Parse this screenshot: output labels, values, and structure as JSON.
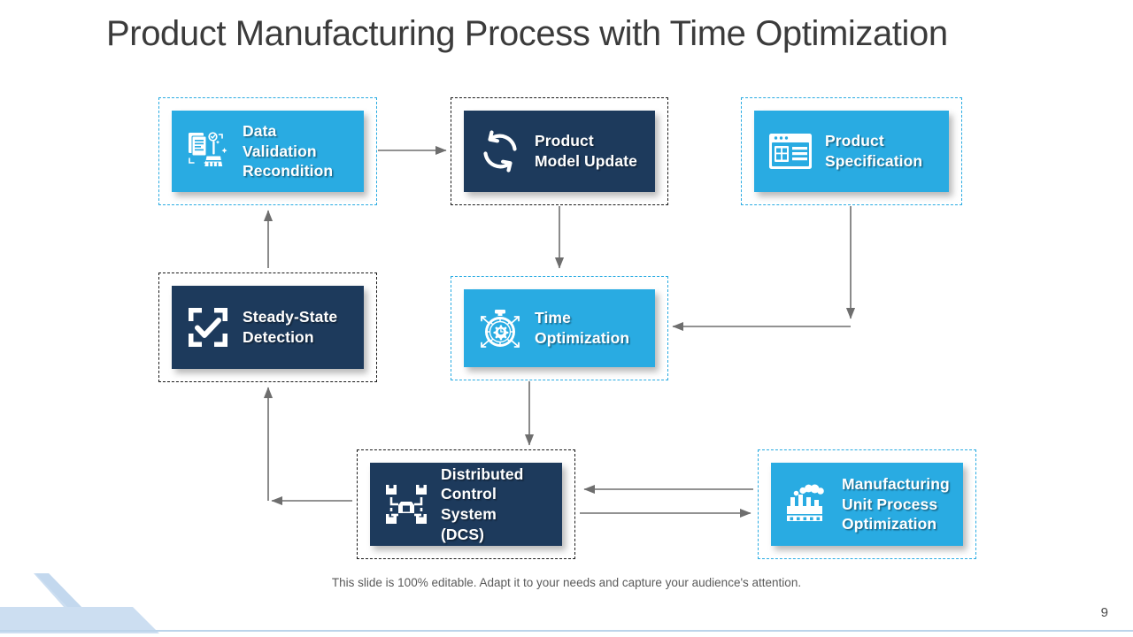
{
  "slide": {
    "title": "Product Manufacturing Process with Time Optimization",
    "footer_note": "This slide is 100% editable. Adapt it to your needs and capture your audience's attention.",
    "page_number": "9"
  },
  "colors": {
    "accent_blue": "#29ABE2",
    "dark_navy": "#1D3A5C",
    "title_text": "#3B3B3B",
    "connector_gray": "#6E6E6E",
    "decoration_blue": "#C3D8EE"
  },
  "nodes": [
    {
      "id": "data-validation",
      "label": "Data\nValidation\nRecondition",
      "style": "blue",
      "icon": "documents-broom-icon"
    },
    {
      "id": "product-model",
      "label": "Product\nModel Update",
      "style": "navy",
      "icon": "refresh-sync-icon"
    },
    {
      "id": "product-spec",
      "label": "Product\nSpecification",
      "style": "blue",
      "icon": "browser-window-icon"
    },
    {
      "id": "steady-state",
      "label": "Steady-State\nDetection",
      "style": "navy",
      "icon": "scan-checkmark-icon"
    },
    {
      "id": "time-optimization",
      "label": "Time\nOptimization",
      "style": "blue",
      "icon": "stopwatch-gear-icon"
    },
    {
      "id": "dcs",
      "label": "Distributed\nControl\nSystem\n(DCS)",
      "style": "navy",
      "icon": "distributed-nodes-icon"
    },
    {
      "id": "manufacturing",
      "label": "Manufacturing\nUnit Process\nOptimization",
      "style": "blue",
      "icon": "factory-icon"
    }
  ],
  "connectors": [
    {
      "id": "data-validation-to-product-model",
      "from": "data-validation",
      "to": "product-model",
      "shape": "horizontal-right"
    },
    {
      "id": "product-model-to-time-optimization",
      "from": "product-model",
      "to": "time-optimization",
      "shape": "vertical-down"
    },
    {
      "id": "product-spec-to-time-optimization",
      "from": "product-spec",
      "to": "time-optimization",
      "shape": "down-then-left"
    },
    {
      "id": "time-optimization-to-dcs",
      "from": "time-optimization",
      "to": "dcs",
      "shape": "vertical-down"
    },
    {
      "id": "dcs-to-steady-state",
      "from": "dcs",
      "to": "steady-state",
      "shape": "left-then-up"
    },
    {
      "id": "steady-state-to-data-validation",
      "from": "steady-state",
      "to": "data-validation",
      "shape": "vertical-up"
    },
    {
      "id": "manufacturing-to-dcs",
      "from": "manufacturing",
      "to": "dcs",
      "shape": "horizontal-left"
    },
    {
      "id": "dcs-to-manufacturing",
      "from": "dcs",
      "to": "manufacturing",
      "shape": "horizontal-right"
    }
  ]
}
